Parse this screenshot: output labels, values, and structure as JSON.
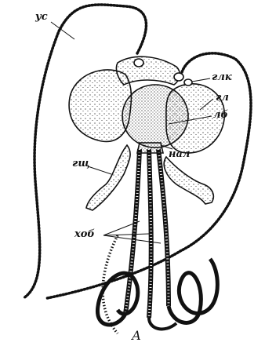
{
  "labels": {
    "antenna": "ус",
    "ocellus": "глк",
    "eye": "гл",
    "labrum": "лб",
    "maxillary_palp": "гщ",
    "labium_base": "нал",
    "proboscis": "хоб"
  },
  "caption": "А",
  "colors": {
    "ink": "#111111",
    "paper": "#ffffff"
  }
}
